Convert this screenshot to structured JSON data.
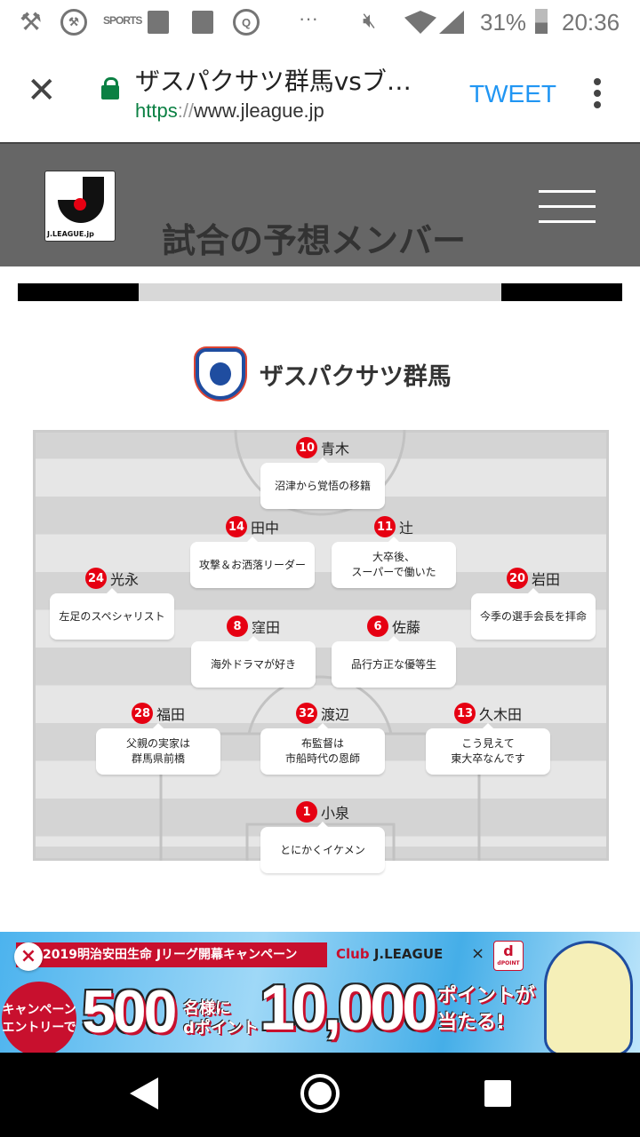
{
  "status_bar": {
    "battery": "31%",
    "time": "20:36",
    "overflow": "···",
    "sports_icon_text": "SPORTS"
  },
  "browser": {
    "page_title": "ザスパクサツ群馬vsブ…",
    "url_scheme": "https",
    "url_sep": "://",
    "url_host": "www.jleague.jp",
    "tweet_label": "TWEET"
  },
  "header": {
    "logo_text": "J.LEAGUE.jp",
    "title": "試合の予想メンバー"
  },
  "tabs": {
    "active_fraction": [
      0.2,
      0.2
    ]
  },
  "club": {
    "name": "ザスパクサツ群馬"
  },
  "players": [
    {
      "number": "10",
      "name": "青木",
      "comment": "沼津から覚悟の移籍"
    },
    {
      "number": "14",
      "name": "田中",
      "comment": "攻撃＆お洒落リーダー"
    },
    {
      "number": "11",
      "name": "辻",
      "comment": "大卒後、\nスーパーで働いた"
    },
    {
      "number": "24",
      "name": "光永",
      "comment": "左足のスペシャリスト"
    },
    {
      "number": "20",
      "name": "岩田",
      "comment": "今季の選手会長を拝命"
    },
    {
      "number": "8",
      "name": "窪田",
      "comment": "海外ドラマが好き"
    },
    {
      "number": "6",
      "name": "佐藤",
      "comment": "品行方正な優等生"
    },
    {
      "number": "28",
      "name": "福田",
      "comment": "父親の実家は\n群馬県前橋"
    },
    {
      "number": "32",
      "name": "渡辺",
      "comment": "布監督は\n市船時代の恩師"
    },
    {
      "number": "13",
      "name": "久木田",
      "comment": "こう見えて\n東大卒なんです"
    },
    {
      "number": "1",
      "name": "小泉",
      "comment": "とにかくイケメン"
    }
  ],
  "ad": {
    "close": "×",
    "ribbon": "2019明治安田生命 Jリーグ開幕キャンペーン",
    "club_brand": "Club",
    "club_league": "J.LEAGUE",
    "cross": "×",
    "dpoint": "d",
    "dpoint_small": "dPOINT",
    "entry": "キャンペーン\nエントリーで",
    "winners": "500",
    "winners_suffix": "名様に\ndポイント",
    "points": "10,000",
    "points_suffix": "ポイントが\n当たる!"
  }
}
